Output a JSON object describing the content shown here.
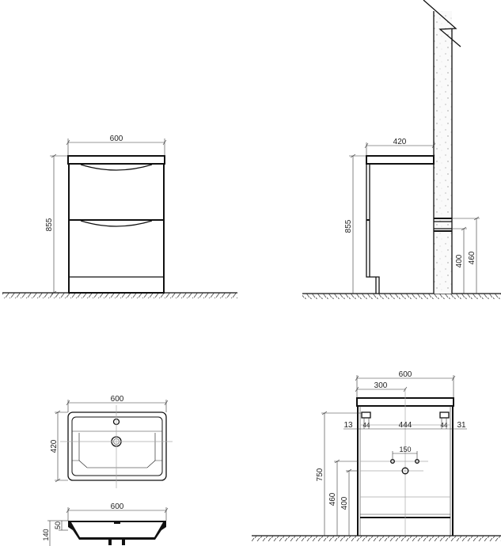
{
  "drawing": {
    "front_view": {
      "width": "600",
      "height": "855"
    },
    "side_view": {
      "depth": "420",
      "height": "855",
      "pipe_upper_height": "460",
      "pipe_lower_height": "400"
    },
    "basin_top_view": {
      "width": "600",
      "depth": "420"
    },
    "basin_section_view": {
      "width": "600",
      "total_height": "140",
      "rim_height": "50"
    },
    "back_view": {
      "width": "600",
      "half_width": "300",
      "mount_left_offset": "13",
      "mount_left_bracket": "44",
      "mount_spacing": "444",
      "mount_right_bracket": "44",
      "mount_right_offset": "31",
      "mount_height": "750",
      "water_inlets_height": "460",
      "drain_height": "400",
      "water_inlets_spacing": "150"
    }
  },
  "colors": {
    "line": "#111111",
    "guide": "#aaaaaa",
    "wall_fill": "#f4f4f4"
  }
}
